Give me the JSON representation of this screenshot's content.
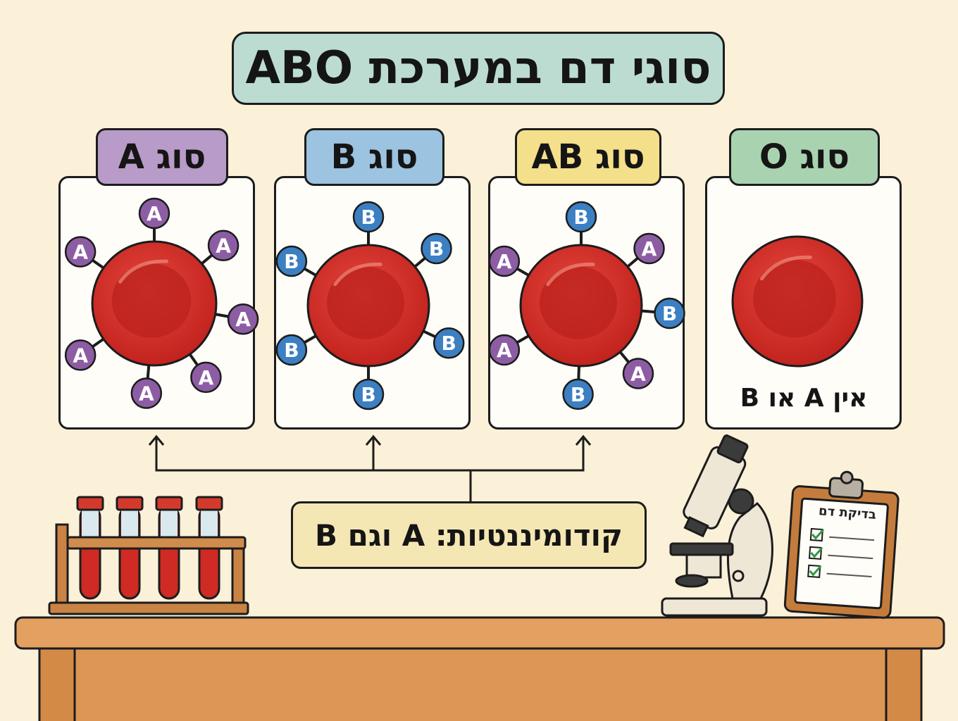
{
  "title": "סוגי דם במערכת ABO",
  "panels": [
    {
      "label": "סוג A",
      "color": "#b89bc8"
    },
    {
      "label": "סוג B",
      "color": "#9cc3e0"
    },
    {
      "label": "סוג AB",
      "color": "#f4df8a"
    },
    {
      "label": "סוג O",
      "color": "#a9d3b0",
      "note": "אין A או B"
    }
  ],
  "antigens": {
    "a": {
      "letter": "A",
      "color": "#8d5da4"
    },
    "b": {
      "letter": "B",
      "color": "#3c7fc2"
    }
  },
  "codominance": {
    "text": "קודומיננטיות: A וגם B",
    "color": "#f5e7b3"
  },
  "clipboard": {
    "title": "בדיקת דם"
  },
  "colors": {
    "background": "#fbf1d9",
    "title_box": "#bcdcd2",
    "red_cell": "#cf2a24",
    "table": "#d48a47"
  }
}
